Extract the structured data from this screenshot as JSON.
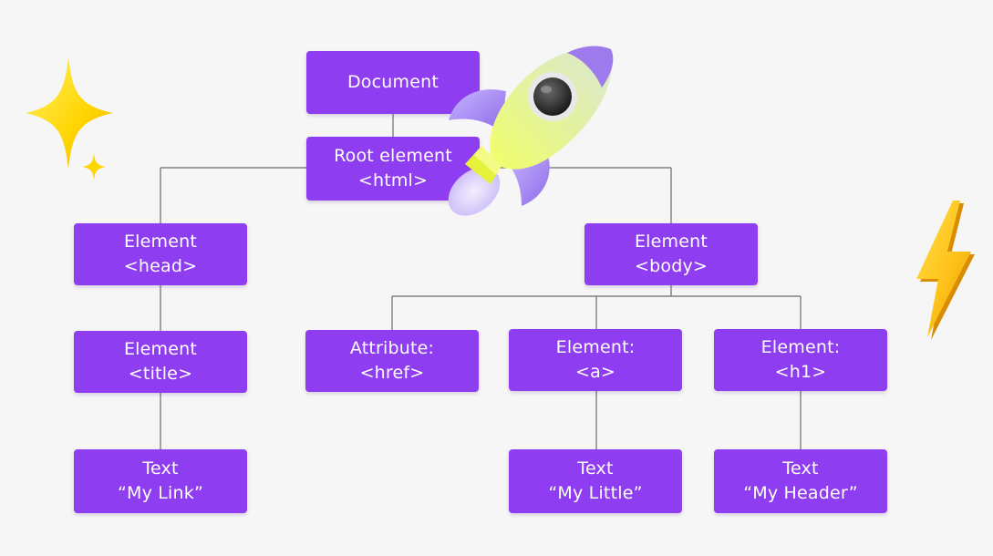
{
  "diagram": {
    "nodes": {
      "document": {
        "line1": "Document"
      },
      "root": {
        "line1": "Root element",
        "line2": "<html>"
      },
      "head": {
        "line1": "Element",
        "line2": "<head>"
      },
      "body": {
        "line1": "Element",
        "line2": "<body>"
      },
      "title": {
        "line1": "Element",
        "line2": "<title>"
      },
      "attribute": {
        "line1": "Attribute:",
        "line2": "<href>"
      },
      "anchor": {
        "line1": "Element:",
        "line2": "<a>"
      },
      "h1": {
        "line1": "Element:",
        "line2": "<h1>"
      },
      "text_link": {
        "line1": "Text",
        "line2": "“My Link”"
      },
      "text_little": {
        "line1": "Text",
        "line2": "“My Little”"
      },
      "text_header": {
        "line1": "Text",
        "line2": "“My Header”"
      }
    },
    "colors": {
      "node": "#8f3df0",
      "node_text": "#ffffff",
      "connector": "#6b6b6b",
      "background": "#f6f6f6",
      "sparkle": "#ffd400",
      "bolt": "#ffc21a",
      "rocket_body": "#e3f2a0",
      "rocket_fins": "#a88ef0"
    },
    "decorations": [
      "sparkle-icon",
      "small-sparkle-icon",
      "rocket-icon",
      "lightning-bolt-icon"
    ]
  }
}
